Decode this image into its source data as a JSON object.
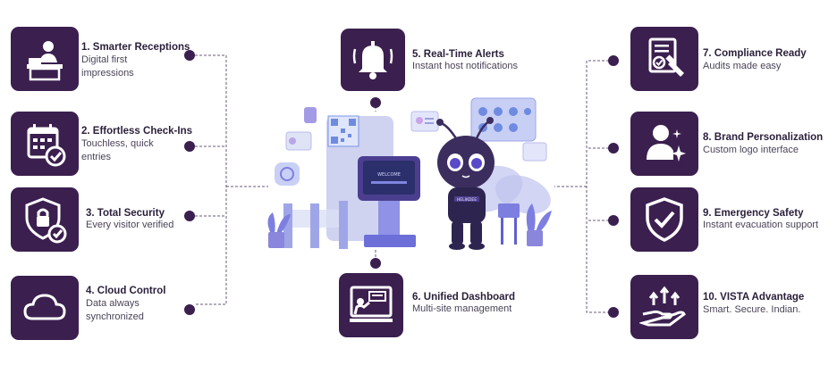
{
  "colors": {
    "tile": "#3b1f4f",
    "dot": "#3b1f4f",
    "line": "#6b5a7a",
    "accent": "#8b7fe0"
  },
  "features": [
    {
      "id": 1,
      "title": "1. Smarter Receptions",
      "description": "Digital first impressions",
      "icon": "reception-desk-icon"
    },
    {
      "id": 2,
      "title": "2. Effortless Check-Ins",
      "description": "Touchless, quick entries",
      "icon": "calendar-check-icon"
    },
    {
      "id": 3,
      "title": "3. Total Security",
      "description": "Every visitor verified",
      "icon": "shield-lock-icon"
    },
    {
      "id": 4,
      "title": "4. Cloud Control",
      "description": "Data always synchronized",
      "icon": "cloud-icon"
    },
    {
      "id": 5,
      "title": "5. Real-Time Alerts",
      "description": "Instant host notifications",
      "icon": "bell-icon"
    },
    {
      "id": 6,
      "title": "6. Unified Dashboard",
      "description": "Multi-site management",
      "icon": "dashboard-presenter-icon"
    },
    {
      "id": 7,
      "title": "7. Compliance Ready",
      "description": "Audits made easy",
      "icon": "document-certificate-icon"
    },
    {
      "id": 8,
      "title": "8. Brand Personalization",
      "description": "Custom logo interface",
      "icon": "user-sparkle-icon"
    },
    {
      "id": 9,
      "title": "9. Emergency Safety",
      "description": "Instant evacuation support",
      "icon": "shield-check-icon"
    },
    {
      "id": 10,
      "title": "10. VISTA Advantage",
      "description": "Smart. Secure. Indian.",
      "icon": "hand-growth-icon"
    }
  ],
  "illustration": {
    "mascot_chest_label": "HELIKDEE",
    "kiosk_screen_text": "WELCOME",
    "icon": "visitor-kiosk-mascot-icon"
  }
}
